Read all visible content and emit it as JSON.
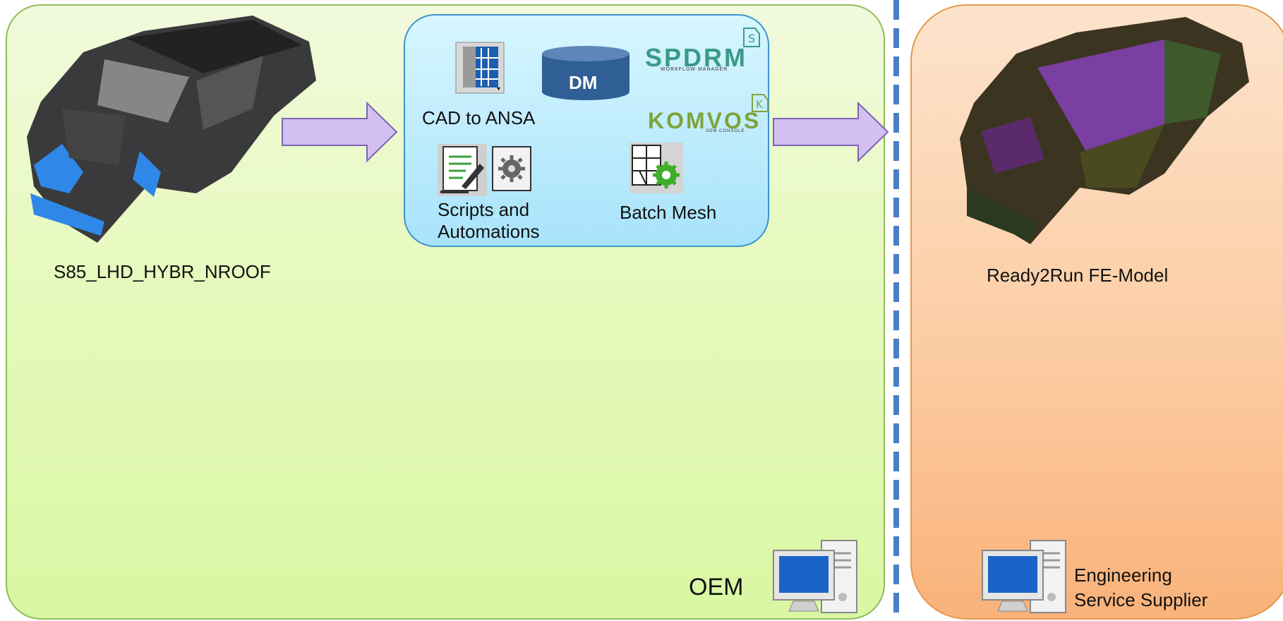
{
  "oem": {
    "model_name": "S85_LHD_HYBR_NROOF",
    "role_label": "OEM"
  },
  "process": {
    "cad_label": "CAD to ANSA",
    "dm_label": "DM",
    "spdrm_label": "SPDRM",
    "spdrm_sub": "WORKFLOW MANAGER",
    "komvos_label": "KOMVOS",
    "komvos_sub": "SDM CONSOLE",
    "scripts_line1": "Scripts and",
    "scripts_line2": "Automations",
    "batch_label": "Batch Mesh"
  },
  "supplier": {
    "model_name": "Ready2Run FE-Model",
    "role_line1": "Engineering",
    "role_line2": "Service Supplier"
  },
  "colors": {
    "oem_bg": "#e6f9bd",
    "supplier_bg": "#fccda4",
    "process_bg": "#a8e3fb",
    "arrow_fill": "#d3c0f0",
    "divider": "#4a7fc4",
    "spdrm_teal": "#3a9a86",
    "komvos_green": "#7fa33a",
    "dm_blue": "#2f5f95"
  }
}
